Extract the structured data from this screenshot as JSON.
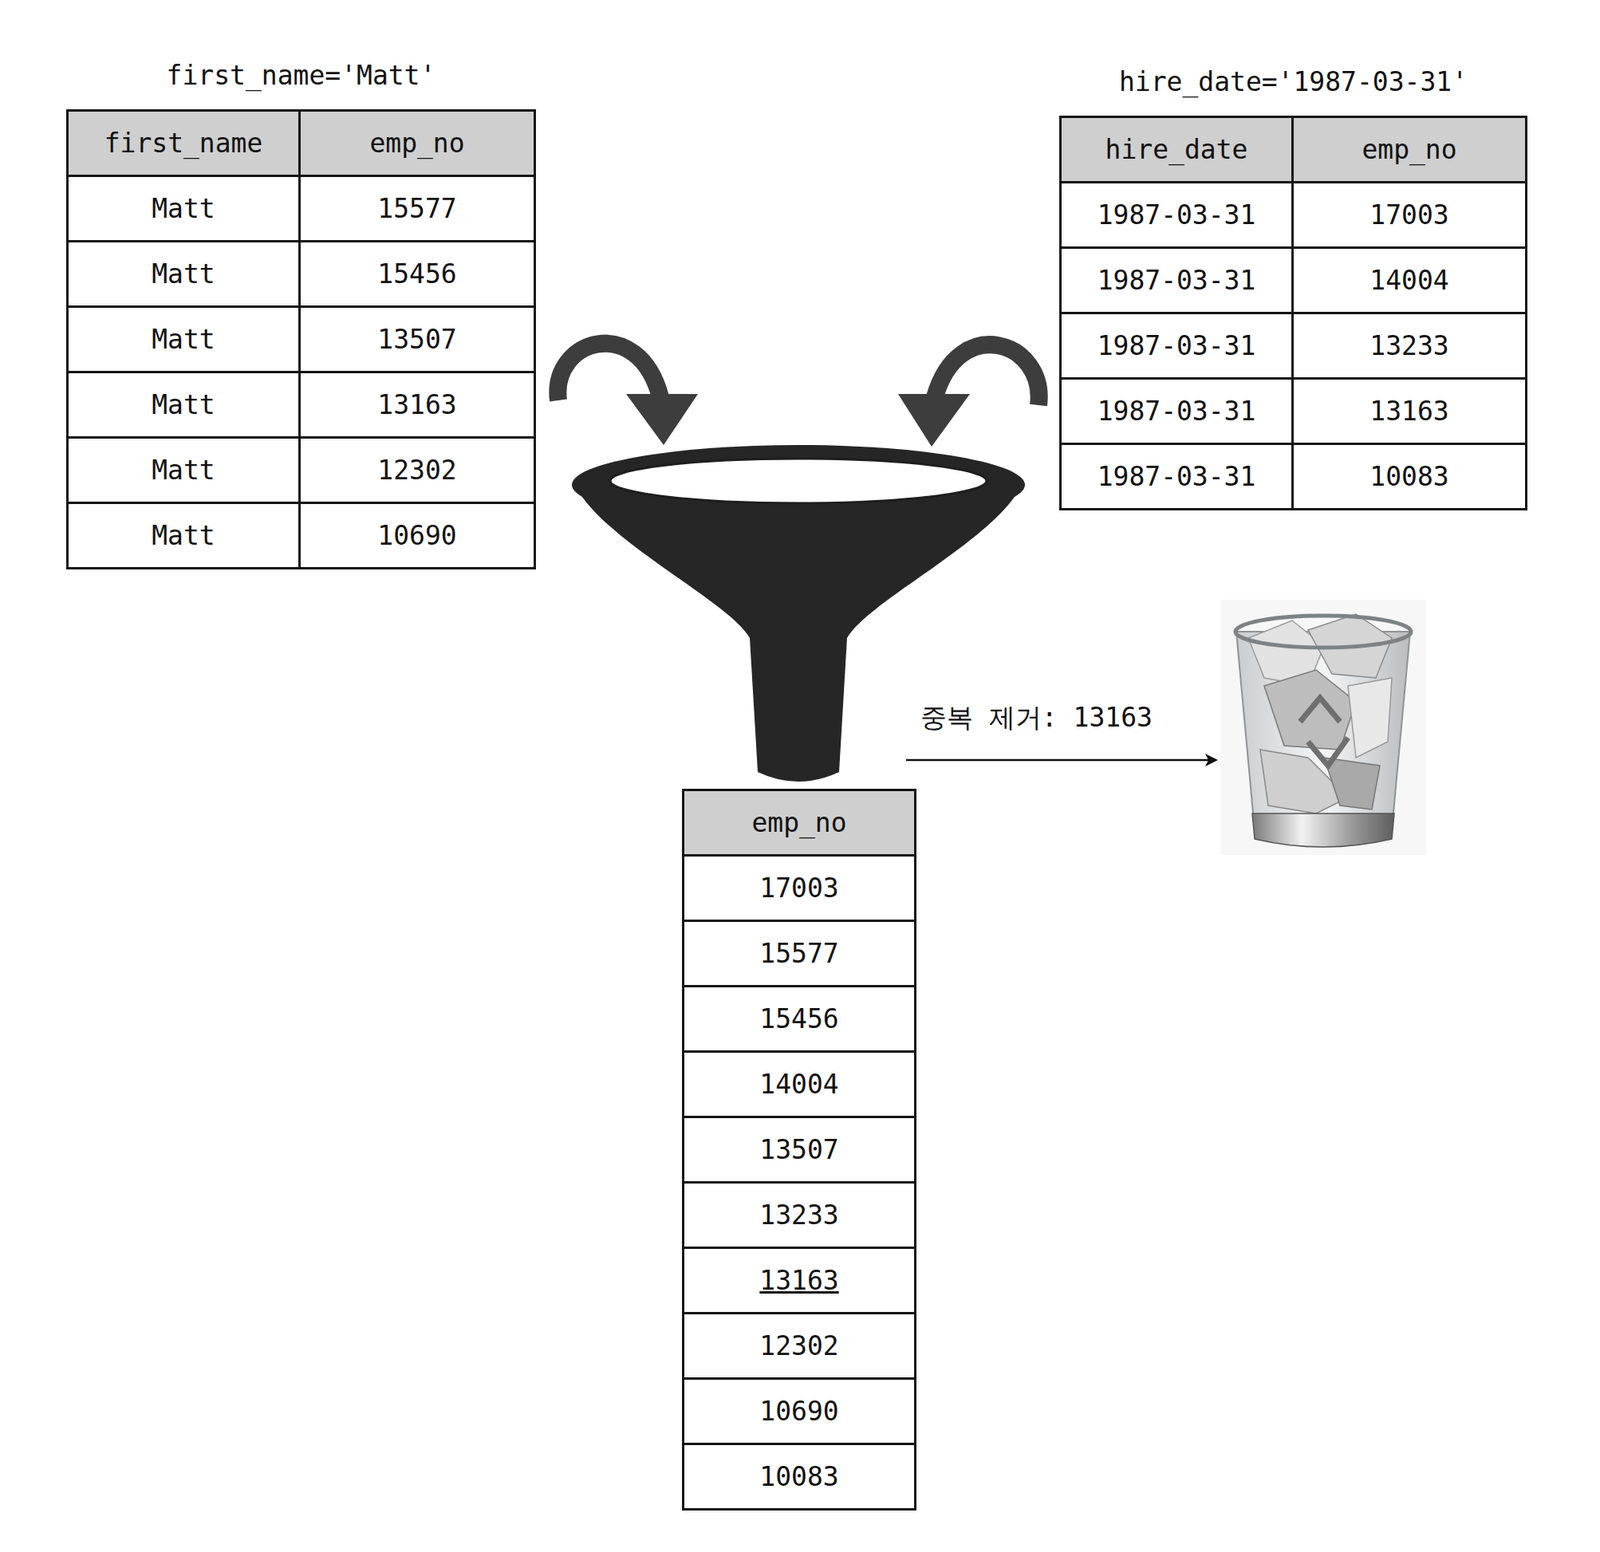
{
  "diagram": {
    "nodes": [
      {
        "text": [
          "first_name='Matt'",
          "first_name",
          "emp_no",
          "Matt",
          "15577",
          "Matt",
          "15456",
          "Matt",
          "13507",
          "Matt",
          "13163",
          "Matt",
          "12302",
          "Matt",
          "10690"
        ]
      },
      {
        "text": [
          "hire_date='1987-03-31'",
          "hire_date",
          "emp_no",
          "1987-03-31",
          "17003",
          "1987-03-31",
          "14004",
          "1987-03-31",
          "13233",
          "1987-03-31",
          "13163",
          "1987-03-31",
          "10083"
        ]
      },
      {
        "text": [
          "emp_no",
          "17003",
          "15577",
          "15456",
          "14004",
          "13507",
          "13233",
          "13163",
          "12302",
          "10690",
          "10083"
        ]
      }
    ],
    "labels": [
      "중복 제거: 13163"
    ]
  }
}
